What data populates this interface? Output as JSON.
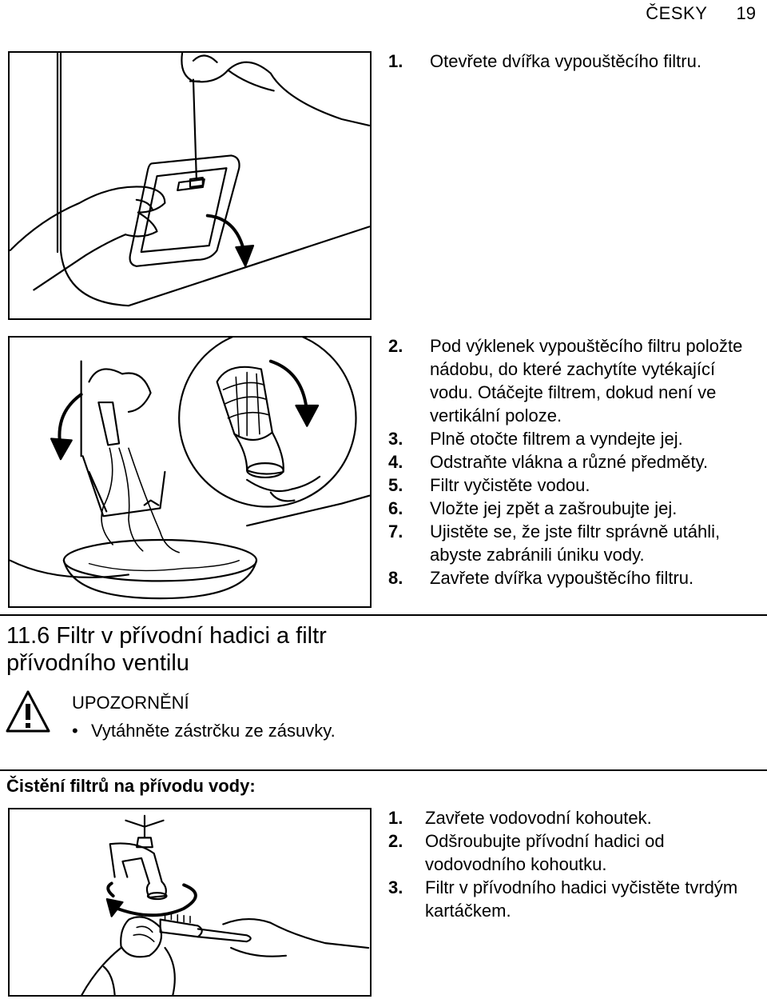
{
  "header": {
    "language": "ČESKY",
    "page_number": "19"
  },
  "top_steps": [
    {
      "num": "1.",
      "text": "Otevřete dvířka vypouštěcího filtru."
    }
  ],
  "middle_steps": [
    {
      "num": "2.",
      "text": "Pod výklenek vypouštěcího filtru položte nádobu, do které zachytíte vytékající vodu. Otáčejte filtrem, dokud není ve vertikální poloze."
    },
    {
      "num": "3.",
      "text": "Plně otočte filtrem a vyndejte jej."
    },
    {
      "num": "4.",
      "text": "Odstraňte vlákna a různé předměty."
    },
    {
      "num": "5.",
      "text": "Filtr vyčistěte vodou."
    },
    {
      "num": "6.",
      "text": "Vložte jej zpět a zašroubujte jej."
    },
    {
      "num": "7.",
      "text": "Ujistěte se, že jste filtr správně utáhli, abyste zabránili úniku vody."
    },
    {
      "num": "8.",
      "text": "Zavřete dvířka vypouštěcího filtru."
    }
  ],
  "section": {
    "number": "11.6",
    "title": "Filtr v přívodní hadici a filtr přívodního ventilu"
  },
  "warning": {
    "icon": "warning-triangle-icon",
    "title": "UPOZORNĚNÍ",
    "items": [
      "Vytáhněte zástrčku ze zásuvky."
    ]
  },
  "subsection_title": "Čistění filtrů na přívodu vody:",
  "bottom_steps": [
    {
      "num": "1.",
      "text": "Zavřete vodovodní kohoutek."
    },
    {
      "num": "2.",
      "text": "Odšroubujte přívodní hadici od vodovodního kohoutku."
    },
    {
      "num": "3.",
      "text": "Filtr v přívodního hadici vyčistěte tvrdým kartáčkem."
    }
  ]
}
